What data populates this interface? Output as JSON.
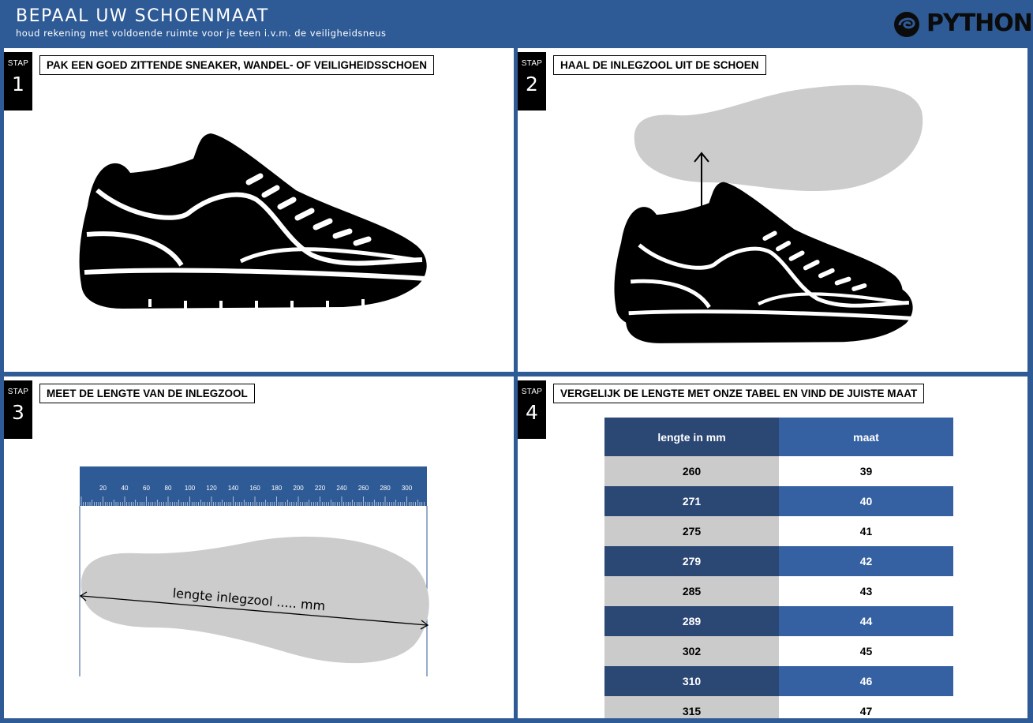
{
  "header": {
    "title": "BEPAAL UW SCHOENMAAT",
    "subtitle": "houd rekening met voldoende ruimte voor je teen i.v.m. de veiligheidsneus",
    "brand": "PYTHON"
  },
  "steps": [
    {
      "stap_label": "STAP",
      "number": "1",
      "title": "PAK EEN GOED ZITTENDE SNEAKER, WANDEL- OF VEILIGHEIDSSCHOEN"
    },
    {
      "stap_label": "STAP",
      "number": "2",
      "title": "HAAL DE INLEGZOOL UIT DE SCHOEN"
    },
    {
      "stap_label": "STAP",
      "number": "3",
      "title": "MEET DE LENGTE VAN DE INLEGZOOL"
    },
    {
      "stap_label": "STAP",
      "number": "4",
      "title": "VERGELIJK DE LENGTE MET ONZE TABEL EN VIND DE JUISTE MAAT"
    }
  ],
  "ruler": {
    "labels": [
      "20",
      "40",
      "60",
      "80",
      "100",
      "120",
      "140",
      "160",
      "180",
      "200",
      "220",
      "240",
      "260",
      "280",
      "300"
    ],
    "insole_label": "lengte inlegzool ..... mm"
  },
  "size_table": {
    "headers": [
      "lengte in mm",
      "maat"
    ],
    "rows": [
      [
        "260",
        "39"
      ],
      [
        "271",
        "40"
      ],
      [
        "275",
        "41"
      ],
      [
        "279",
        "42"
      ],
      [
        "285",
        "43"
      ],
      [
        "289",
        "44"
      ],
      [
        "302",
        "45"
      ],
      [
        "310",
        "46"
      ],
      [
        "315",
        "47"
      ]
    ]
  },
  "colors": {
    "brand_blue": "#2e5a96",
    "dark_blue": "#2b4774",
    "mid_blue": "#3561a3",
    "insole_grey": "#cccccc"
  }
}
